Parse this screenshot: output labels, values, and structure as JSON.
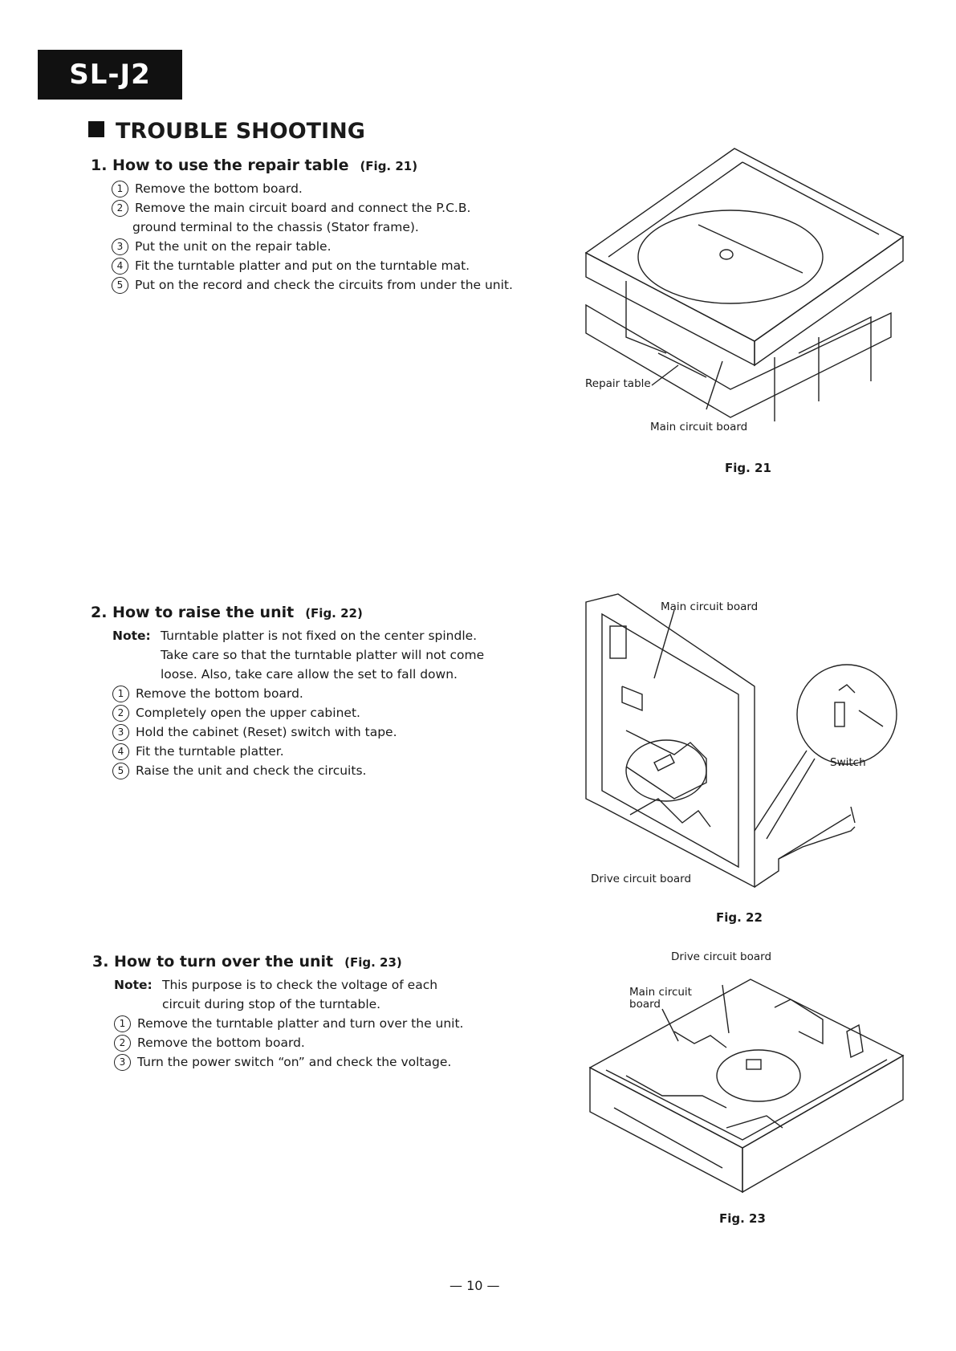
{
  "header": {
    "model": "SL-J2"
  },
  "title": "TROUBLE SHOOTING",
  "sections": [
    {
      "heading": "1. How to use the repair table",
      "figref": "(Fig. 21)",
      "steps": [
        {
          "num": "1",
          "lines": [
            "Remove the bottom board."
          ]
        },
        {
          "num": "2",
          "lines": [
            "Remove the main circuit board and connect the P.C.B.",
            "ground terminal to the chassis (Stator frame)."
          ]
        },
        {
          "num": "3",
          "lines": [
            "Put the unit on the repair table."
          ]
        },
        {
          "num": "4",
          "lines": [
            "Fit the turntable platter and put on the turntable mat."
          ]
        },
        {
          "num": "5",
          "lines": [
            "Put on the record and check the circuits from under the unit."
          ]
        }
      ]
    },
    {
      "heading": "2. How to raise the unit",
      "figref": "(Fig. 22)",
      "note_label": "Note:",
      "note_lines": [
        "Turntable platter is not fixed on the center spindle.",
        "Take care so that the turntable platter will not come",
        "loose. Also, take care allow the set to fall down."
      ],
      "steps": [
        {
          "num": "1",
          "lines": [
            "Remove the bottom board."
          ]
        },
        {
          "num": "2",
          "lines": [
            "Completely open the upper cabinet."
          ]
        },
        {
          "num": "3",
          "lines": [
            "Hold the cabinet (Reset) switch with tape."
          ]
        },
        {
          "num": "4",
          "lines": [
            "Fit the turntable platter."
          ]
        },
        {
          "num": "5",
          "lines": [
            "Raise the unit and check the circuits."
          ]
        }
      ]
    },
    {
      "heading": "3. How to turn over the unit",
      "figref": "(Fig. 23)",
      "note_label": "Note:",
      "note_lines": [
        "This purpose is to check the voltage of each",
        "circuit during stop of the turntable."
      ],
      "steps": [
        {
          "num": "1",
          "lines": [
            "Remove the turntable platter and turn over the unit."
          ]
        },
        {
          "num": "2",
          "lines": [
            "Remove the bottom board."
          ]
        },
        {
          "num": "3",
          "lines": [
            "Turn the power switch “on” and check the voltage."
          ]
        }
      ]
    }
  ],
  "figures": {
    "fig21": {
      "caption": "Fig. 21",
      "labels": {
        "repair_table": "Repair table",
        "main_circuit_board": "Main circuit board"
      }
    },
    "fig22": {
      "caption": "Fig. 22",
      "labels": {
        "main_circuit_board": "Main circuit board",
        "switch": "Switch",
        "drive_circuit_board": "Drive circuit board"
      }
    },
    "fig23": {
      "caption": "Fig. 23",
      "labels": {
        "drive_circuit_board": "Drive circuit board",
        "main_circuit_line1": "Main circuit",
        "main_circuit_line2": "board"
      }
    }
  },
  "footer": {
    "page_number": "— 10 —"
  }
}
